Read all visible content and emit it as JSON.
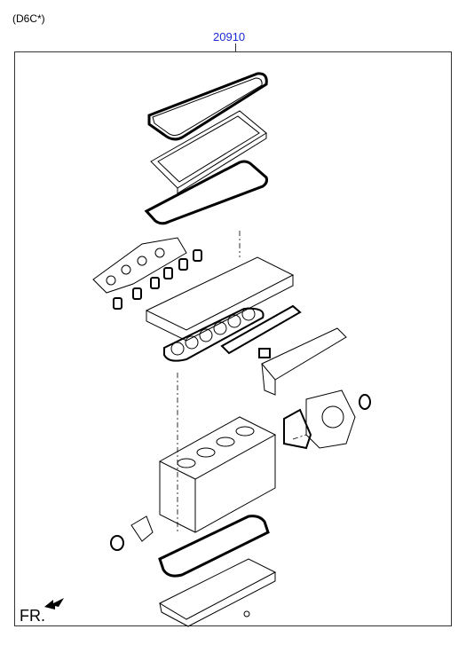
{
  "header": {
    "variant_label": "(D6C*)",
    "part_number": "20910"
  },
  "footer": {
    "direction_label": "FR."
  },
  "icons": {
    "direction_arrow": "front-direction-arrow-icon"
  }
}
